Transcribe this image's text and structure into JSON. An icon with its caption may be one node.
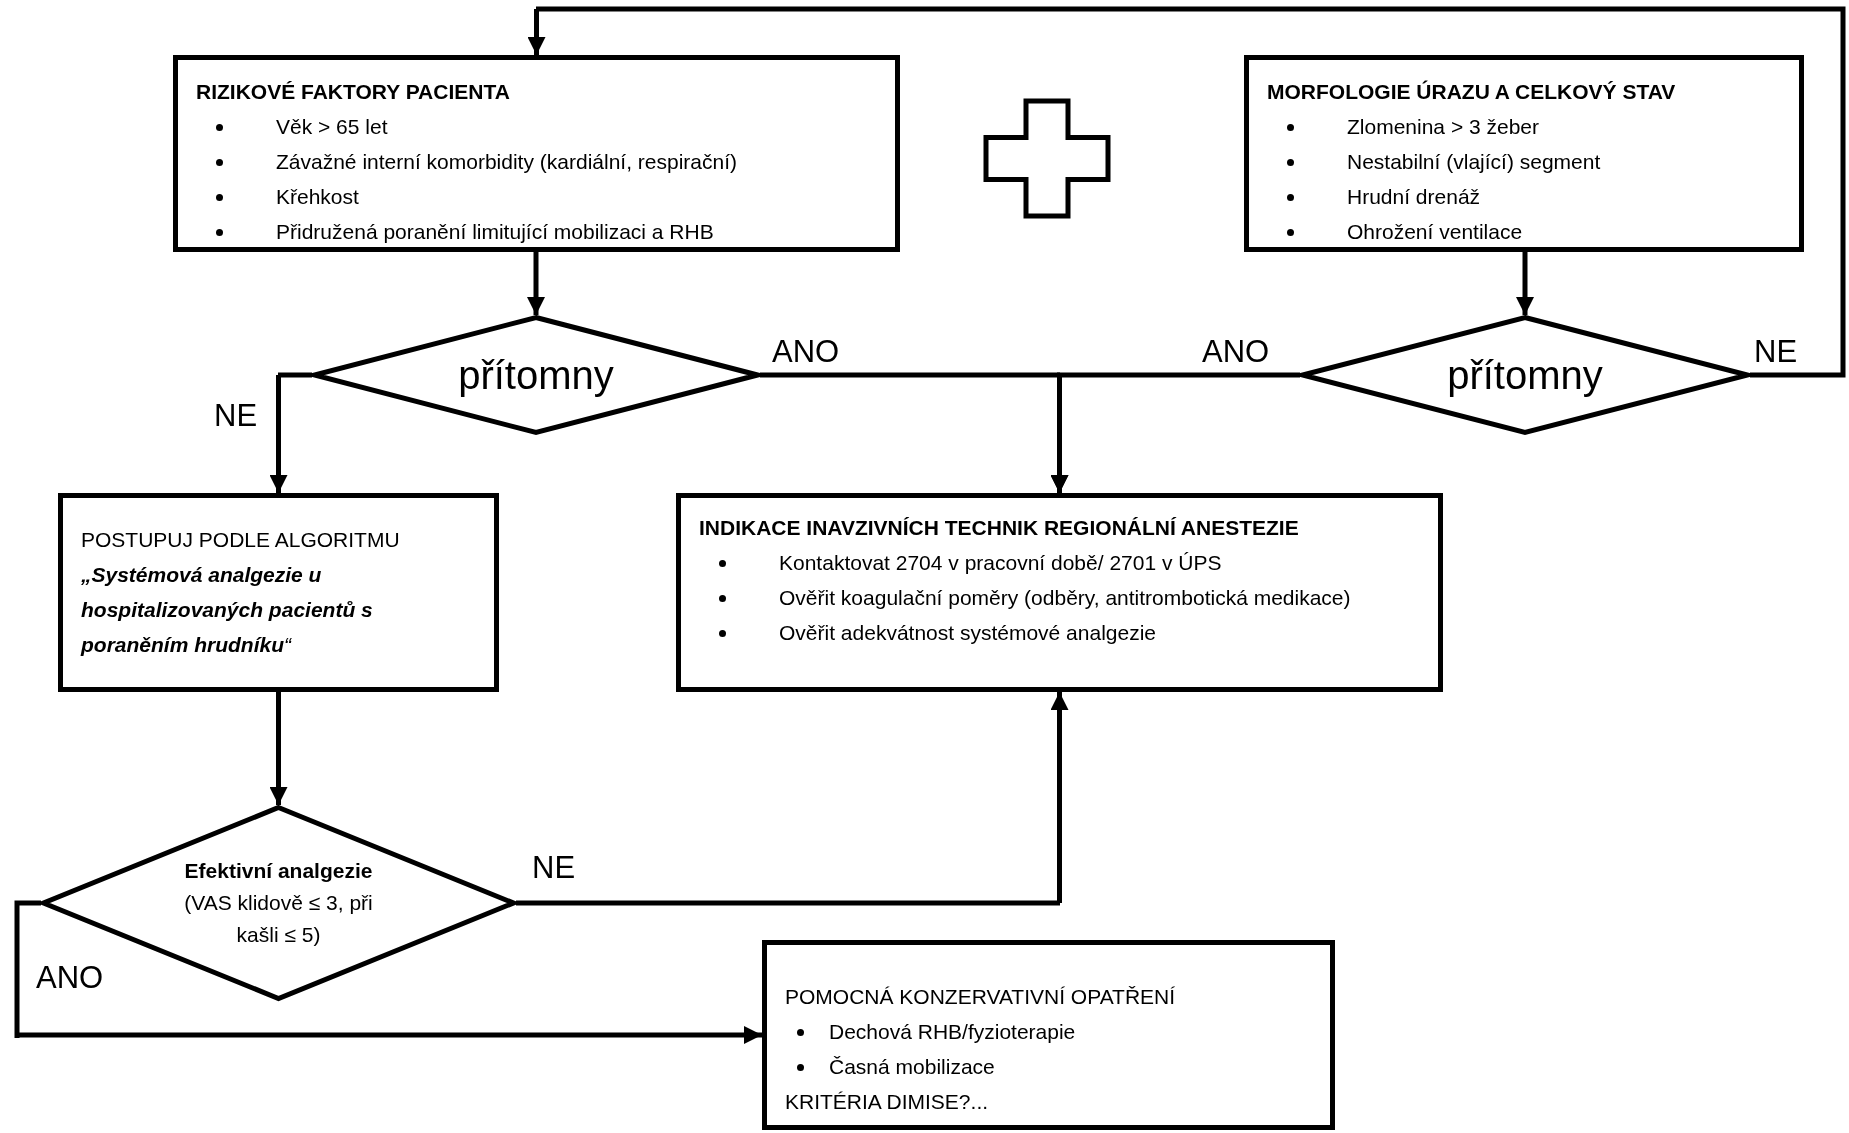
{
  "diagram": {
    "nodes": [
      {
        "text": [
          "RIZIKOVÉ FAKTORY PACIENTA",
          "Věk > 65 let",
          "Závažné interní komorbidity (kardiální, respirační)",
          "Křehkost",
          "Přidružená poranění limitující mobilizaci a RHB"
        ]
      },
      {
        "text": [
          "MORFOLOGIE ÚRAZU A CELKOVÝ STAV",
          "Zlomenina > 3 žeber",
          "Nestabilní (vlající) segment",
          "Hrudní drenáž",
          "Ohrožení ventilace"
        ]
      },
      {
        "text": [
          "přítomny"
        ]
      },
      {
        "text": [
          "přítomny"
        ]
      },
      {
        "text": [
          "POSTUPUJ PODLE ALGORITMU",
          "**„Systémová analgezie u hospitalizovaných pacientů s poraněním hrudníku**“"
        ]
      },
      {
        "text": [
          "INDIKACE INAVZIVNÍCH TECHNIK REGIONÁLNÍ ANESTEZIE",
          "Kontaktovat 2704 v pracovní době/ 2701 v ÚPS",
          "Ověřit koagulační poměry (odběry, antitrombotická medikace)",
          "Ověřit adekvátnost systémové analgezie"
        ]
      },
      {
        "text": [
          "**Efektivní analgezie** (VAS klidově ≤ 3, při kašli ≤ 5)"
        ]
      },
      {
        "text": [
          "POMOCNÁ KONZERVATIVNÍ OPATŘENÍ",
          "Dechová RHB/fyzioterapie",
          "Časná mobilizace",
          "KRITÉRIA DIMISE?..."
        ]
      }
    ],
    "edges": [
      {
        "from": 0,
        "to": 2,
        "arrow": "to"
      },
      {
        "from": 1,
        "to": 3,
        "arrow": "to"
      },
      {
        "from": 2,
        "to": 4,
        "arrow": "to",
        "label": "NE"
      },
      {
        "from": 2,
        "to": 5,
        "arrow": "to",
        "label": "ANO"
      },
      {
        "from": 3,
        "to": 5,
        "arrow": "to",
        "label": "ANO"
      },
      {
        "from": 3,
        "to": 0,
        "arrow": "to",
        "label": "NE"
      },
      {
        "from": 4,
        "to": 6,
        "arrow": "to"
      },
      {
        "from": 6,
        "to": 5,
        "arrow": "to",
        "label": "NE"
      },
      {
        "from": 6,
        "to": 7,
        "arrow": "to",
        "label": "ANO"
      }
    ]
  }
}
